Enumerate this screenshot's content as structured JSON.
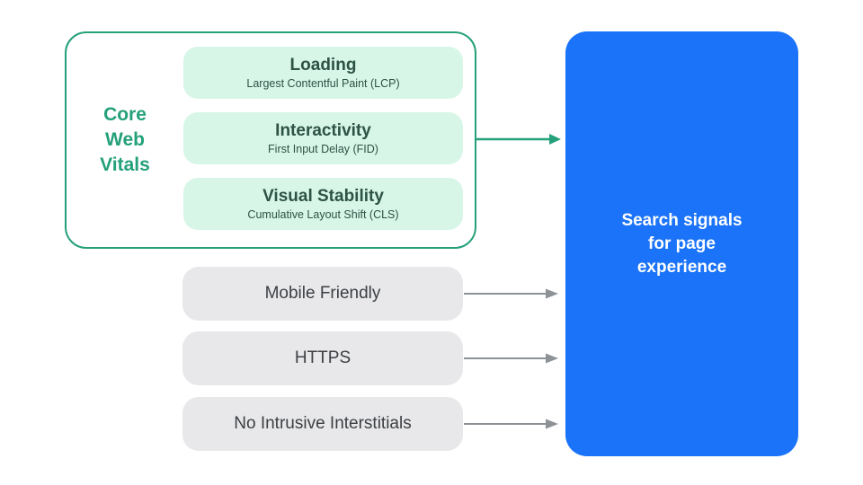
{
  "diagram": {
    "core_web_vitals": {
      "group_label": "Core Web Vitals",
      "items": [
        {
          "title": "Loading",
          "subtitle": "Largest Contentful Paint (LCP)"
        },
        {
          "title": "Interactivity",
          "subtitle": "First Input Delay (FID)"
        },
        {
          "title": "Visual Stability",
          "subtitle": "Cumulative Layout Shift (CLS)"
        }
      ]
    },
    "other_signals": [
      {
        "label": "Mobile Friendly"
      },
      {
        "label": "HTTPS"
      },
      {
        "label": "No Intrusive Interstitials"
      }
    ],
    "output": {
      "label": "Search signals for page experience",
      "lines": [
        "Search signals",
        "for page",
        "experience"
      ]
    },
    "colors": {
      "green": "#24a07a",
      "green_light": "#d7f6e8",
      "green_text_dark": "#2d5246",
      "blue": "#1a73f8",
      "gray_pill": "#e8e8ea",
      "gray_text": "#3c4043",
      "gray_arrow": "#8d9297"
    }
  }
}
